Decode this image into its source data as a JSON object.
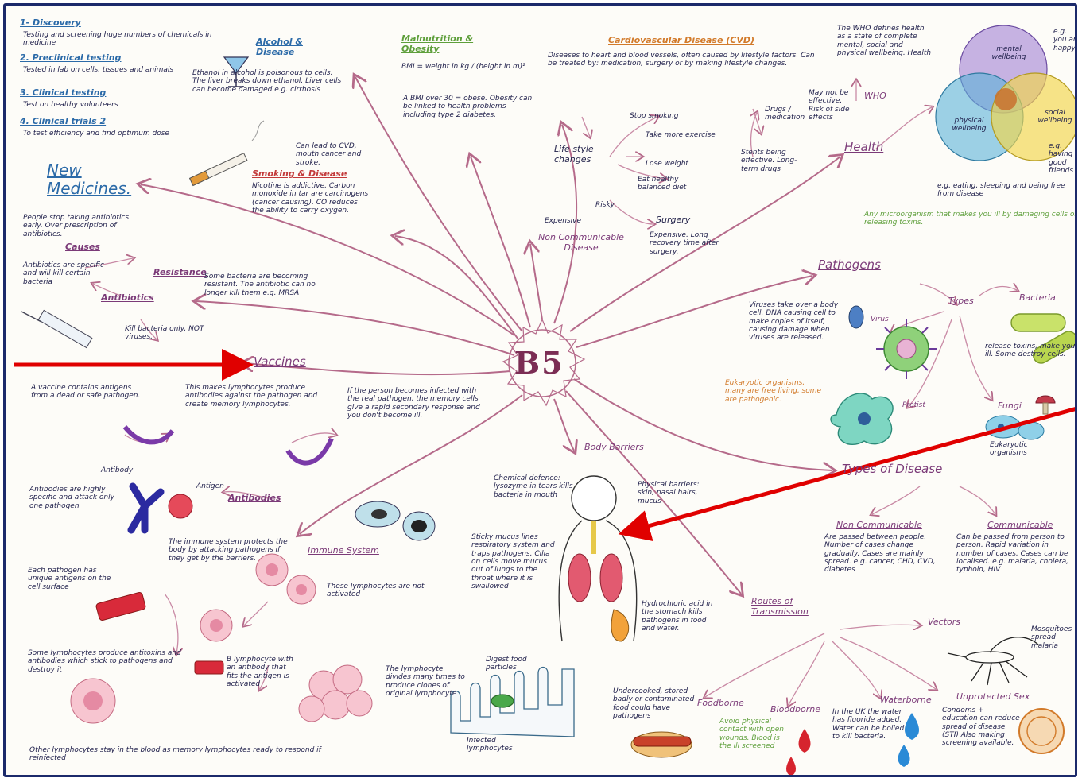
{
  "center": {
    "label": "B5"
  },
  "discovery": {
    "title": "1- Discovery",
    "text": "Testing and screening huge numbers of chemicals in medicine",
    "preclinical_title": "2. Preclinical testing",
    "preclinical_text": "Tested in lab on cells, tissues and animals",
    "clinical_title": "3. Clinical testing",
    "clinical_text": "Test on healthy volunteers",
    "clinical2_title": "4. Clinical trials 2",
    "clinical2_text": "To test efficiency and find optimum dose"
  },
  "new_medicines": {
    "title": "New Medicines."
  },
  "alcohol": {
    "title": "Alcohol & Disease",
    "text": "Ethanol in alcohol is poisonous to cells. The liver breaks down ethanol. Liver cells can become damaged e.g. cirrhosis"
  },
  "smoking": {
    "title": "Smoking & Disease",
    "side": "Can lead to CVD, mouth cancer and stroke.",
    "text": "Nicotine is addictive. Carbon monoxide in tar are carcinogens (cancer causing). CO reduces the ability to carry oxygen."
  },
  "malnutrition": {
    "title": "Malnutrition & Obesity",
    "bmi": "BMI = weight in kg / (height in m)²",
    "text": "A BMI over 30 = obese. Obesity can be linked to health problems including type 2 diabetes."
  },
  "cvd": {
    "title": "Cardiovascular Disease (CVD)",
    "text": "Diseases to heart and blood vessels, often caused by lifestyle factors. Can be treated by: medication, surgery or by making lifestyle changes."
  },
  "lifestyle": {
    "title": "Life style changes",
    "items": [
      "Stop smoking",
      "Take more exercise",
      "Lose weight",
      "Eat healthy balanced diet"
    ],
    "drugs": "Drugs / medication",
    "drugs_side": "May not be effective. Risk of side effects",
    "drugs_long": "Stents being effective. Long-term drugs",
    "surgery": "Surgery",
    "risky": "Risky",
    "expensive": "Expensive",
    "surgery_side": "Expensive. Long recovery time after surgery."
  },
  "ncd": {
    "title": "Non Communicable Disease"
  },
  "health": {
    "who": "WHO",
    "title": "Health",
    "definition": "The WHO defines health as a state of complete mental, social and physical wellbeing. Health",
    "example": "e.g. eating, sleeping and being free from disease"
  },
  "venn": {
    "labels": [
      "mental wellbeing",
      "physical wellbeing",
      "social wellbeing"
    ],
    "eg_top": "e.g. you are happy",
    "eg_side": "e.g. having good friends"
  },
  "pathogens": {
    "title": "Pathogens",
    "text": "Any microorganism that makes you ill by damaging cells or releasing toxins.",
    "types": "Types",
    "bacteria": "Bacteria",
    "bacteria_text": "release toxins, make you ill. Some destroy cells.",
    "virus": "Virus",
    "virus_text": "Viruses take over a body cell. DNA causing cell to make copies of itself, causing damage when viruses are released.",
    "protist": "Protist",
    "protist_text": "Eukaryotic organisms, many are free living, some are pathogenic.",
    "fungi": "Fungi",
    "fungi_text": "Eukaryotic organisms"
  },
  "types_disease": {
    "title": "Types of Disease",
    "non_comm": "Non Communicable",
    "non_comm_text": "Are passed between people. Number of cases change gradually. Cases are mainly spread. e.g. cancer, CHD, CVD, diabetes",
    "comm": "Communicable",
    "comm_text": "Can be passed from person to person. Rapid variation in number of cases. Cases can be localised. e.g. malaria, cholera, typhoid, HIV"
  },
  "routes": {
    "title": "Routes of Transmission",
    "vectors": "Vectors",
    "vectors_text": "Mosquitoes spread malaria",
    "foodborne": "Foodborne",
    "foodborne_text": "Undercooked, stored badly or contaminated food could have pathogens",
    "bloodborne": "Bloodborne",
    "bloodborne_text": "Avoid physical contact with open wounds. Blood is the ill screened",
    "waterborne": "Waterborne",
    "waterborne_text": "In the UK the water has fluoride added. Water can be boiled to kill bacteria.",
    "sex": "Unprotected Sex",
    "sex_text": "Condoms + education can reduce spread of disease (STI) Also making screening available."
  },
  "body_barriers": {
    "title": "Body Barriers",
    "chemical": "Chemical defence: lysozyme in tears kills bacteria in mouth",
    "physical": "Physical barriers: skin, nasal hairs, mucus",
    "mucus": "Sticky mucus lines respiratory system and traps pathogens. Cilia on cells move mucus out of lungs to the throat where it is swallowed",
    "acid": "Hydrochloric acid in the stomach kills pathogens in food and water."
  },
  "vaccines": {
    "title": "Vaccines",
    "text1": "A vaccine contains antigens from a dead or safe pathogen.",
    "text2": "This makes lymphocytes produce antibodies against the pathogen and create memory lymphocytes.",
    "text3": "If the person becomes infected with the real pathogen, the memory cells give a rapid secondary response and you don't become ill."
  },
  "antibiotics": {
    "title": "Antibiotics",
    "text": "Antibiotics are specific and will kill certain bacteria",
    "causes": "Causes",
    "causes_text": "People stop taking antibiotics early. Over prescription of antibiotics.",
    "resistance": "Resistance",
    "resistance_text": "Some bacteria are becoming resistant. The antibiotic can no longer kill them e.g. MRSA",
    "virus": "Kill bacteria only, NOT viruses."
  },
  "immune": {
    "title": "Immune System",
    "text": "The immune system protects the body by attacking pathogens if they get by the barriers.",
    "antibody": "Antibody",
    "antigen": "Antigen",
    "antibodies": "Antibodies",
    "antibodies_text": "Antibodies are highly specific and attack only one pathogen",
    "unique": "Each pathogen has unique antigens on the cell surface",
    "lymph": "Some lymphocytes produce antitoxins and antibodies which stick to pathogens and destroy it",
    "b_lymph": "B lymphocyte with an antibody that fits the antigen is activated",
    "clones": "The lymphocyte divides many times to produce clones of original lymphocyte",
    "not_activated": "These lymphocytes are not activated",
    "memory": "Other lymphocytes stay in the blood as memory lymphocytes ready to respond if reinfected",
    "villi": "Digest food particles",
    "villi_label": "Infected lymphocytes"
  }
}
